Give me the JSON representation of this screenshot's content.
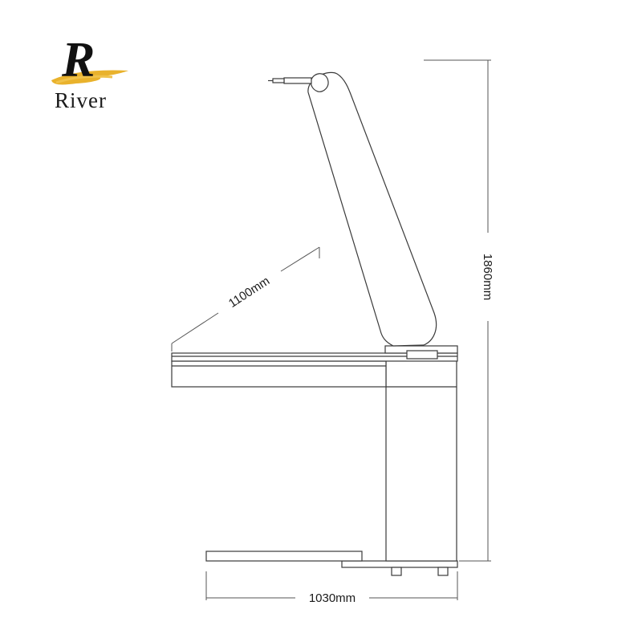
{
  "brand": {
    "logo_letter": "R",
    "name": "River",
    "accent_color": "#e9b22c"
  },
  "dimensions": {
    "height": "1860mm",
    "width": "1030mm",
    "board_length": "1100mm"
  }
}
